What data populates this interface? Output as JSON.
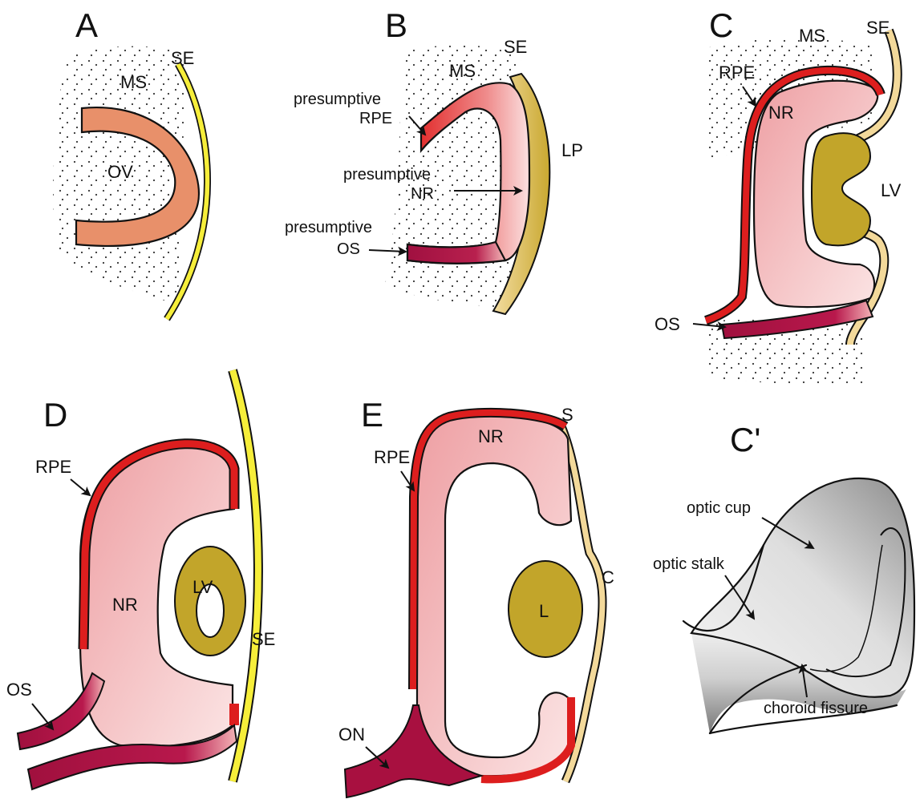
{
  "colors": {
    "optic_vesicle": "#e8906a",
    "rpe_red": "#dd1e1e",
    "optic_stalk": "#a81040",
    "neural_retina_pink": "#f0b0b2",
    "lens_olive": "#c2a52a",
    "surface_ectoderm_yellow": "#f6ee3a",
    "cornea_cream": "#f3d99a",
    "mesenchyme_dots": "#333333"
  },
  "panels": {
    "A": {
      "letter": "A",
      "labels": {
        "ms": "MS",
        "se": "SE",
        "ov": "OV"
      }
    },
    "B": {
      "letter": "B",
      "labels": {
        "ms": "MS",
        "se": "SE",
        "presumptive_rpe_1": "presumptive",
        "presumptive_rpe_2": "RPE",
        "presumptive_nr_1": "presumptive",
        "presumptive_nr_2": "NR",
        "presumptive_os_1": "presumptive",
        "presumptive_os_2": "OS",
        "lp": "LP"
      }
    },
    "C": {
      "letter": "C",
      "labels": {
        "ms": "MS",
        "se": "SE",
        "rpe": "RPE",
        "nr": "NR",
        "lv": "LV",
        "os": "OS"
      }
    },
    "D": {
      "letter": "D",
      "labels": {
        "rpe": "RPE",
        "nr": "NR",
        "lv": "LV",
        "se": "SE",
        "os": "OS"
      }
    },
    "E": {
      "letter": "E",
      "labels": {
        "rpe": "RPE",
        "nr": "NR",
        "s": "S",
        "c": "C",
        "l": "L",
        "on": "ON"
      }
    },
    "C_prime": {
      "letter": "C'",
      "labels": {
        "optic_cup": "optic cup",
        "optic_stalk": "optic stalk",
        "choroid_fissure": "choroid fissure"
      }
    }
  }
}
